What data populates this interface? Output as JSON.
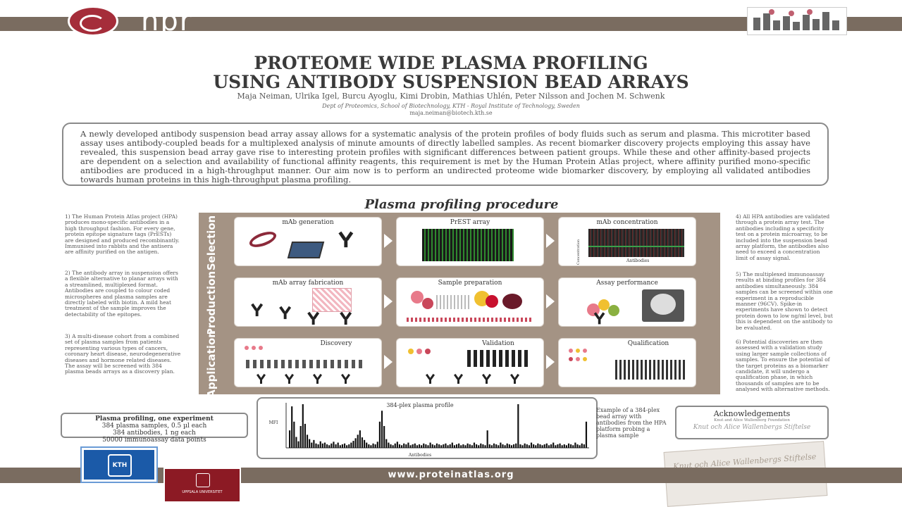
{
  "header": {
    "logo_text": "hpr",
    "title_line1": "PROTEOME WIDE PLASMA PROFILING",
    "title_line2": "USING ANTIBODY SUSPENSION BEAD ARRAYS",
    "authors": "Maja Neiman, Ulrika Igel, Burcu Ayoglu, Kimi Drobin, Mathias Uhlén, Peter Nilsson and Jochen M. Schwenk",
    "affiliation": "Dept of Proteomics, School of Biotechnology, KTH - Royal Institute of Technology, Sweden",
    "email": "maja.neiman@biotech.kth.se"
  },
  "abstract": "A newly developed antibody suspension bead array assay allows for a systematic analysis of the protein profiles of body fluids such as serum and plasma. This microtiter based assay uses antibody-coupled beads for a multiplexed analysis of minute amounts of directly labelled samples. As recent biomarker discovery projects employing this assay have revealed, this suspension bead array gave rise to interesting protein profiles with significant differences between patient groups. While these and other affinity-based projects are dependent on a selection and availability of functional affinity reagents, this requirement is met by the Human Protein Atlas project, where affinity purified mono-specific antibodies are produced in a high-throughput manner. Our aim now is to perform an undirected proteome wide biomarker discovery, by employing all validated antibodies towards human proteins in this high-throughput plasma profiling.",
  "procedure": {
    "title": "Plasma profiling procedure",
    "rows": [
      {
        "label": "Selection",
        "panels": [
          "mAb generation",
          "PrEST array",
          "mAb concentration"
        ]
      },
      {
        "label": "Production",
        "panels": [
          "mAb array fabrication",
          "Sample preparation",
          "Assay performance"
        ]
      },
      {
        "label": "Application",
        "panels": [
          "Discovery",
          "Validation",
          "Qualification"
        ]
      }
    ],
    "conc_axis_y": "Concentration",
    "conc_axis_x": "Antibodies"
  },
  "left_column": [
    "1) The Human Protein Atlas project (HPA) produces mono-specific antibodies in a high throughput fashion. For every gene, protein epitope signature tags (PrESTs) are designed and produced recombinantly. Immunised into rabbits and the antisera are affinity purified on the antigen.",
    "2) The antibody array in suspension offers a flexible alternative to planar arrays with a streamlined, multiplexed format. Antibodies are coupled to colour coded microspheres and plasma samples are directly labeled with biotin. A mild heat treatment of the sample improves the detectability of the epitopes.",
    "3) A multi-disease cohort from a combined set of plasma samples from patients representing various types of cancers, coronary heart disease, neurodegenerative diseases and hormone related diseases. The assay will be screened with 384 plasma beads arrays as a discovery plan."
  ],
  "right_column": [
    "4) All HPA antibodies are validated through a protein array test. The antibodies including a specificity test on a protein microarray, to be included into the suspension bead array platform, the antibodies also need to exceed a concentration limit of assay signal.",
    "5) The multiplexed immunoassay results at binding profiles for 384 antibodies simultaneously. 384 samples can be screened within one experiment in a reproducible manner (96CV). Spike-in experiments have shown to detect protein down to low ng/ml level, but this is dependent on the antibody to be evaluated.",
    "6) Potential discoveries are then assessed with a validation study using larger sample collections of samples. To ensure the potential of the target proteins as a biomarker candidate, it will undergo a qualification phase, in which thousands of samples are to be analysed with alternative methods."
  ],
  "summary": {
    "line1": "Plasma profiling, one experiment",
    "line2": "384 plasma samples, 0.5 µl each",
    "line3": "384 antibodies, 1 ng each",
    "line4": "50000 immunoassay data points"
  },
  "plot": {
    "title": "384-plex plasma profile",
    "ylabel": "MFI",
    "xlabel": "Antibodies",
    "caption": "Example of a 384-plex bead array with antibodies from the HPA platform probing a plasma sample"
  },
  "chart_data": {
    "type": "bar",
    "title": "384-plex plasma profile",
    "xlabel": "Antibodies",
    "ylabel": "MFI",
    "values": [
      40,
      95,
      60,
      25,
      15,
      50,
      100,
      55,
      30,
      20,
      12,
      18,
      10,
      8,
      15,
      10,
      12,
      8,
      6,
      10,
      14,
      8,
      12,
      6,
      8,
      10,
      6,
      8,
      12,
      16,
      22,
      30,
      40,
      24,
      18,
      12,
      8,
      6,
      10,
      8,
      14,
      60,
      85,
      50,
      20,
      12,
      8,
      6,
      10,
      14,
      8,
      6,
      10,
      8,
      12,
      6,
      8,
      10,
      6,
      8,
      6,
      10,
      8,
      6,
      12,
      8,
      6,
      10,
      8,
      6,
      8,
      10,
      6,
      8,
      12,
      6,
      8,
      10,
      6,
      8,
      6,
      10,
      8,
      6,
      12,
      8,
      6,
      10,
      8,
      6,
      40,
      8,
      6,
      10,
      8,
      6,
      12,
      8,
      6,
      10,
      8,
      6,
      8,
      10,
      100,
      8,
      6,
      10,
      8,
      6,
      12,
      8,
      6,
      10,
      8,
      6,
      8,
      10,
      6,
      8,
      12,
      6,
      8,
      10,
      6,
      8,
      6,
      10,
      8,
      6,
      12,
      8,
      6,
      10,
      8,
      60
    ],
    "ylim": [
      0,
      100
    ]
  },
  "acknowledgements": {
    "title": "Acknowledgements",
    "text": "Knut and Alice Wallenberg Foundation",
    "signature": "Knut och Alice Wallenbergs Stiftelse"
  },
  "stamp_text": "Knut och Alice Wallenbergs Stiftelse",
  "footer": {
    "url": "www.proteinatlas.org",
    "kth": "KTH",
    "uu": "UPPSALA UNIVERSITET"
  },
  "colors": {
    "band": "#7a6c60",
    "row": "#a49384",
    "accent_red": "#a52d3a",
    "kth_blue": "#1b5aa8",
    "uu_red": "#8c1a24"
  }
}
